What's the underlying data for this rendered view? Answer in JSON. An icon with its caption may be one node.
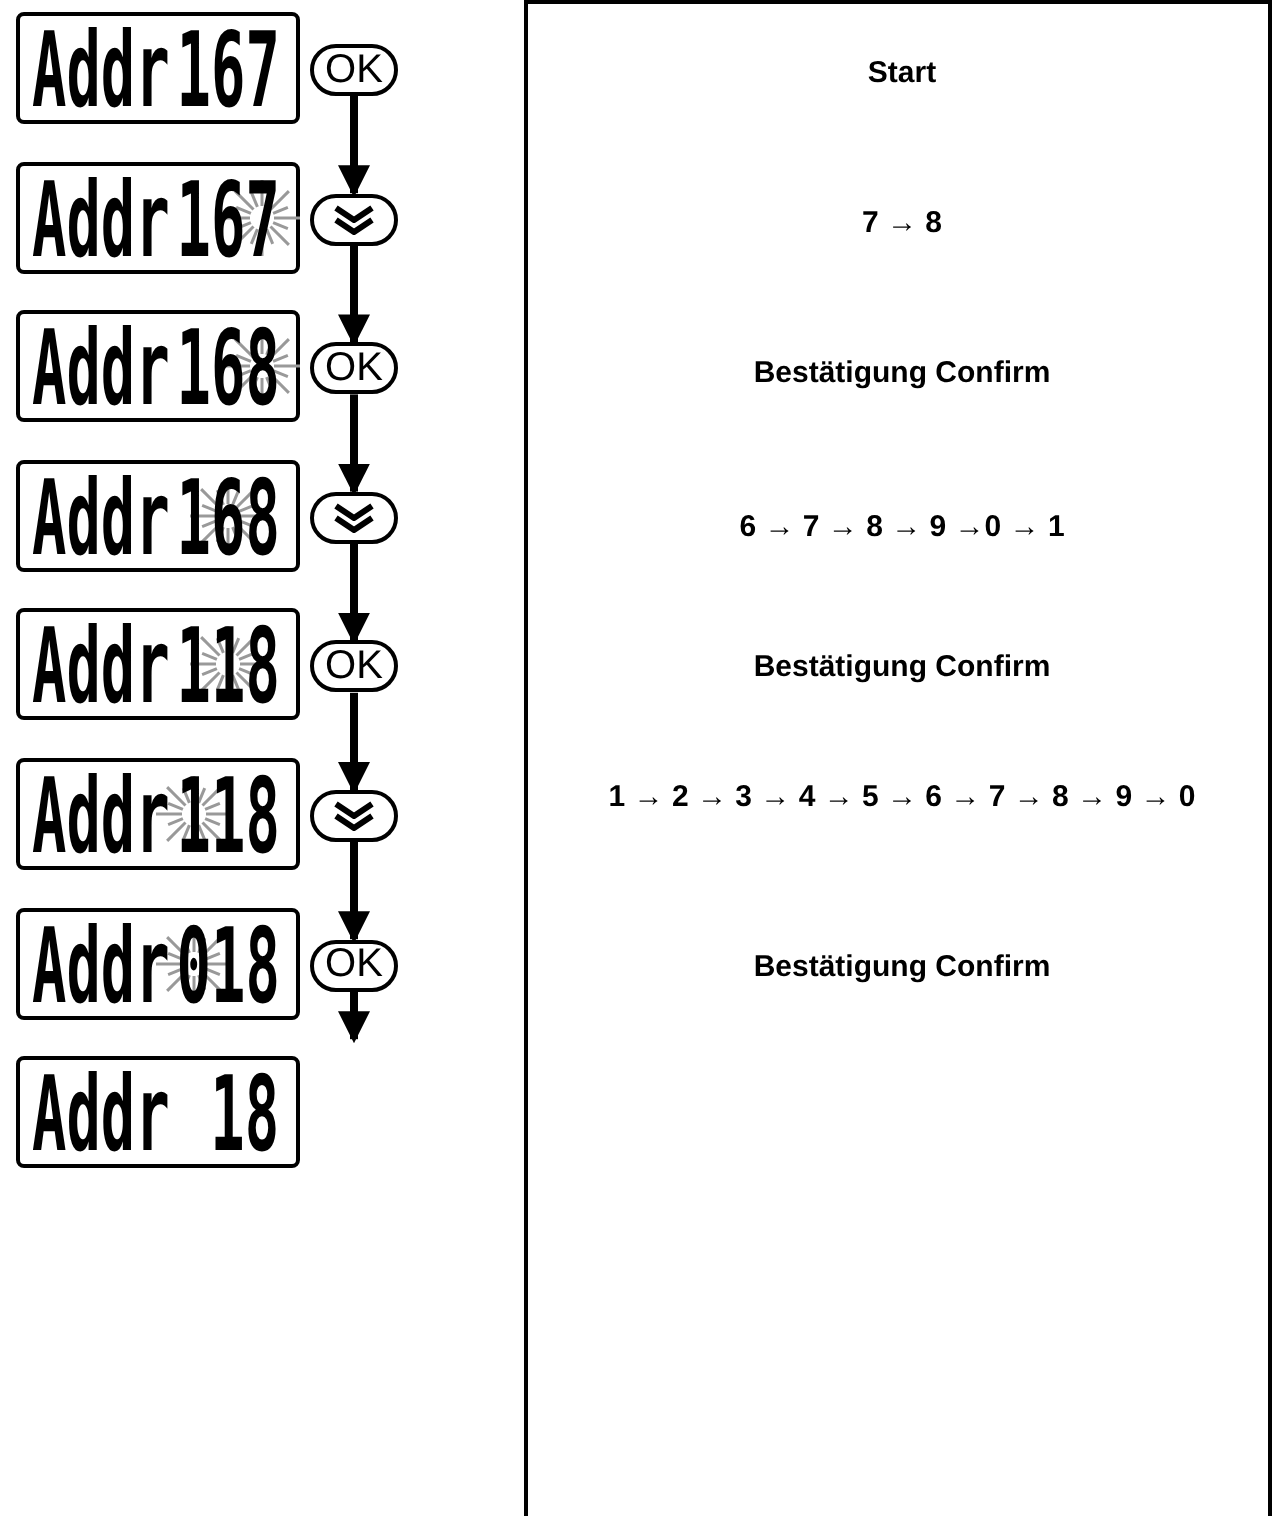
{
  "diagram": {
    "nodes": [
      {
        "text": [
          "Addr",
          "167"
        ]
      },
      {
        "text": [
          "OK"
        ]
      },
      {
        "text": [
          "Addr",
          "167"
        ]
      },
      {
        "text": [],
        "shape": "button"
      },
      {
        "text": [
          "Addr",
          "168"
        ]
      },
      {
        "text": [
          "OK"
        ]
      },
      {
        "text": [
          "Addr",
          "168"
        ]
      },
      {
        "text": [],
        "shape": "button"
      },
      {
        "text": [
          "Addr",
          "118"
        ]
      },
      {
        "text": [
          "OK"
        ]
      },
      {
        "text": [
          "Addr",
          "118"
        ]
      },
      {
        "text": [],
        "shape": "button"
      },
      {
        "text": [
          "Addr",
          "018"
        ]
      },
      {
        "text": [
          "OK"
        ]
      },
      {
        "text": [
          "Addr",
          "18"
        ]
      },
      {
        "text": [
          "Start",
          "7 → 8",
          "Bestätigung Confirm",
          "6 → 7 → 8 → 9 →0 → 1",
          "Bestätigung Confirm",
          "1 → 2 → 3 → 4 → 5 → 6 → 7 → 8 → 9 → 0",
          "Bestätigung Confirm"
        ]
      }
    ],
    "edges": [
      {
        "from": 1,
        "to": 3,
        "arrow": "to"
      },
      {
        "from": 3,
        "to": 5,
        "arrow": "to"
      },
      {
        "from": 5,
        "to": 7,
        "arrow": "to"
      },
      {
        "from": 7,
        "to": 9,
        "arrow": "to"
      },
      {
        "from": 9,
        "to": 11,
        "arrow": "to"
      },
      {
        "from": 11,
        "to": 13,
        "arrow": "to"
      },
      {
        "from": 13,
        "to": null,
        "arrow": "to"
      }
    ]
  }
}
